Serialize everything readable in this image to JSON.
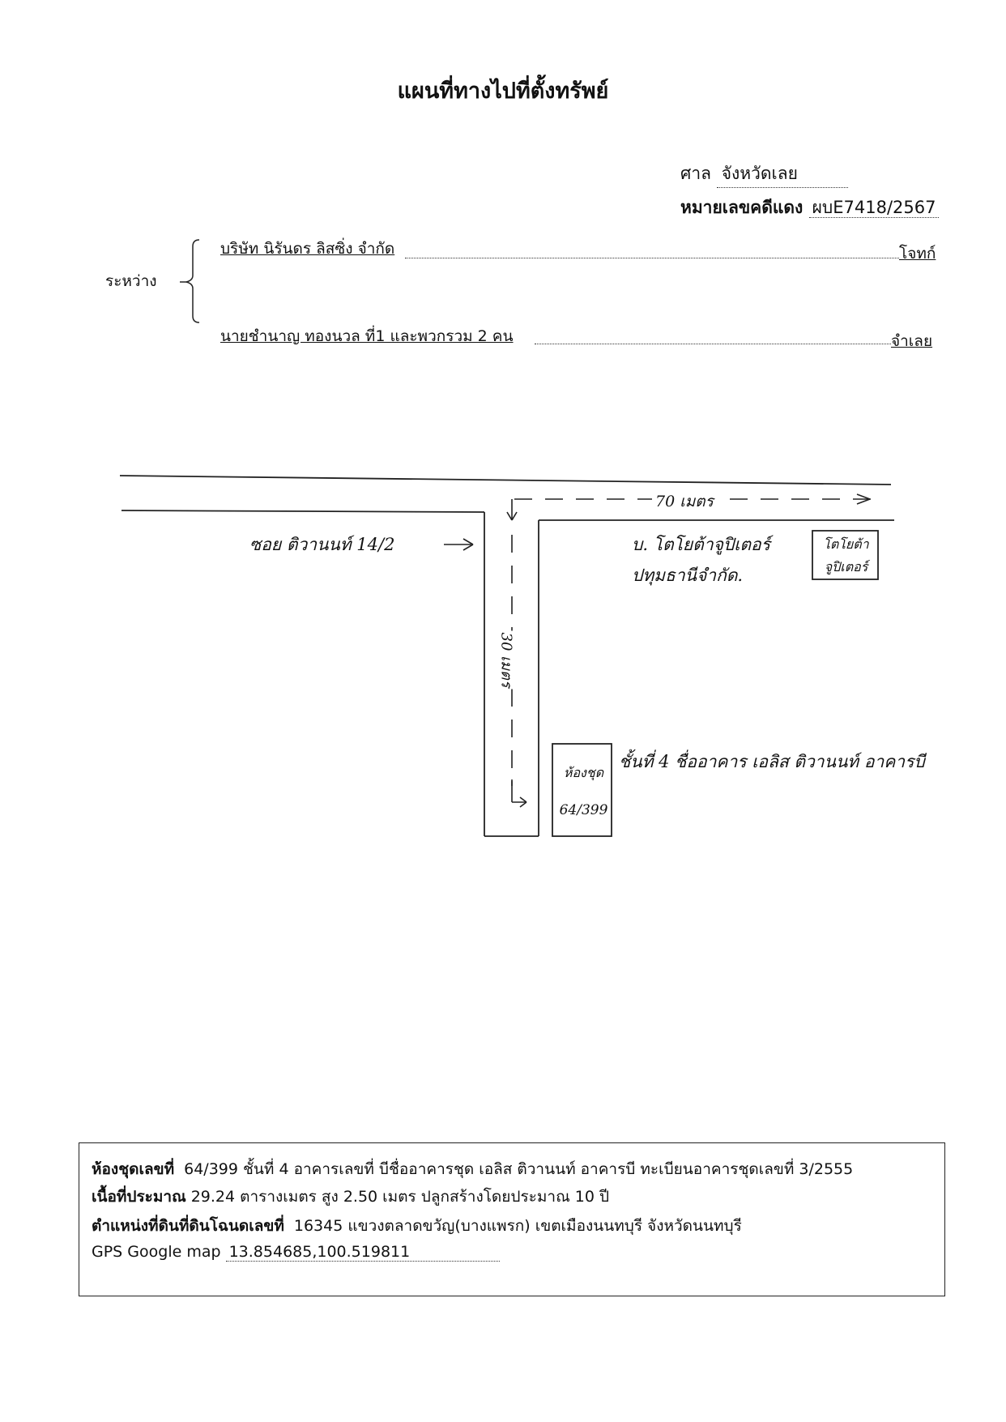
{
  "document": {
    "title": "แผนที่ทางไปที่ตั้งทรัพย์"
  },
  "court": {
    "court_label": "ศาล",
    "court_value": "จังหวัดเลย",
    "case_label": "หมายเลขคดีแดง",
    "case_value": "ผบE7418/2567"
  },
  "parties": {
    "between_label": "ระหว่าง",
    "plaintiff": "บริษัท นิรันดร ลิสซิ่ง จำกัด",
    "plaintiff_role": "โจทก์",
    "defendant": "นายชำนาญ ทองนวล ที่1 และพวกรวม 2 คน",
    "defendant_role": "จำเลย"
  },
  "map": {
    "top_distance": "70 เมตร",
    "soi_label": "ซอย ติวานนท์ 14/2",
    "company_line1": "บ. โตโยต้าจูปิเตอร์",
    "company_line2": "ปทุมธานีจำกัด.",
    "toyota_box_line1": "โตโยต้า",
    "toyota_box_line2": "จูปิเตอร์",
    "side_distance": "30 เมตร",
    "building_note": "ชั้นที่ 4 ชื่ออาคาร เอลิส ติวานนท์ อาคารบี",
    "room_box_line1": "ห้องชุด",
    "room_box_line2": "64/399"
  },
  "info": {
    "unit_label": "ห้องชุดเลขที่",
    "unit_text": "64/399 ชั้นที่ 4 อาคารเลขที่ บีชื่ออาคารชุด เอลิส ติวานนท์ อาคารบี ทะเบียนอาคารชุดเลขที่ 3/2555",
    "area_label": "เนื้อที่ประมาณ",
    "area_text": "29.24 ตารางเมตร สูง 2.50 เมตร ปลูกสร้างโดยประมาณ 10 ปี",
    "location_label": "ตำแหน่งที่ดินที่ดินโฉนดเลขที่",
    "location_text": "16345  แขวงตลาดขวัญ(บางแพรก) เขตเมืองนนทบุรี   จังหวัดนนทบุรี",
    "gps_label": "GPS Google map",
    "gps_value": "13.854685,100.519811"
  }
}
